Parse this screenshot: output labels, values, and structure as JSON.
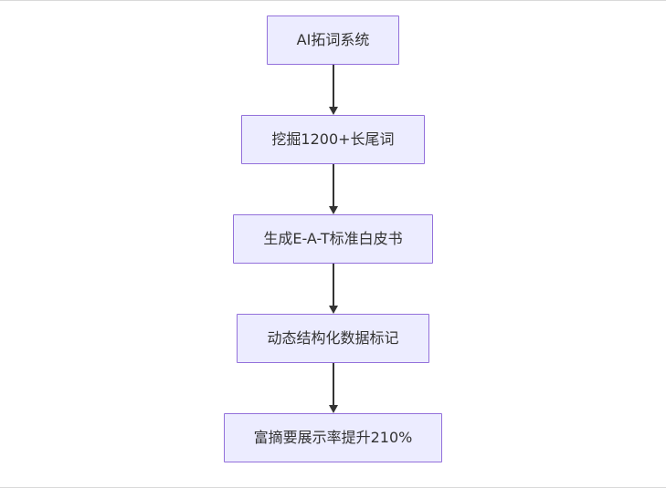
{
  "diagram": {
    "type": "flowchart",
    "direction": "top-down",
    "nodes": [
      {
        "id": "A",
        "label": "AI拓词系统"
      },
      {
        "id": "B",
        "label": "挖掘1200+长尾词"
      },
      {
        "id": "C",
        "label": "生成E-A-T标准白皮书"
      },
      {
        "id": "D",
        "label": "动态结构化数据标记"
      },
      {
        "id": "E",
        "label": "富摘要展示率提升210%"
      }
    ],
    "edges": [
      {
        "from": "A",
        "to": "B"
      },
      {
        "from": "B",
        "to": "C"
      },
      {
        "from": "C",
        "to": "D"
      },
      {
        "from": "D",
        "to": "E"
      }
    ],
    "colors": {
      "node_fill": "#ececff",
      "node_border": "#9370db",
      "node_text": "#333333",
      "arrow": "#333333",
      "background": "#ffffff"
    }
  }
}
